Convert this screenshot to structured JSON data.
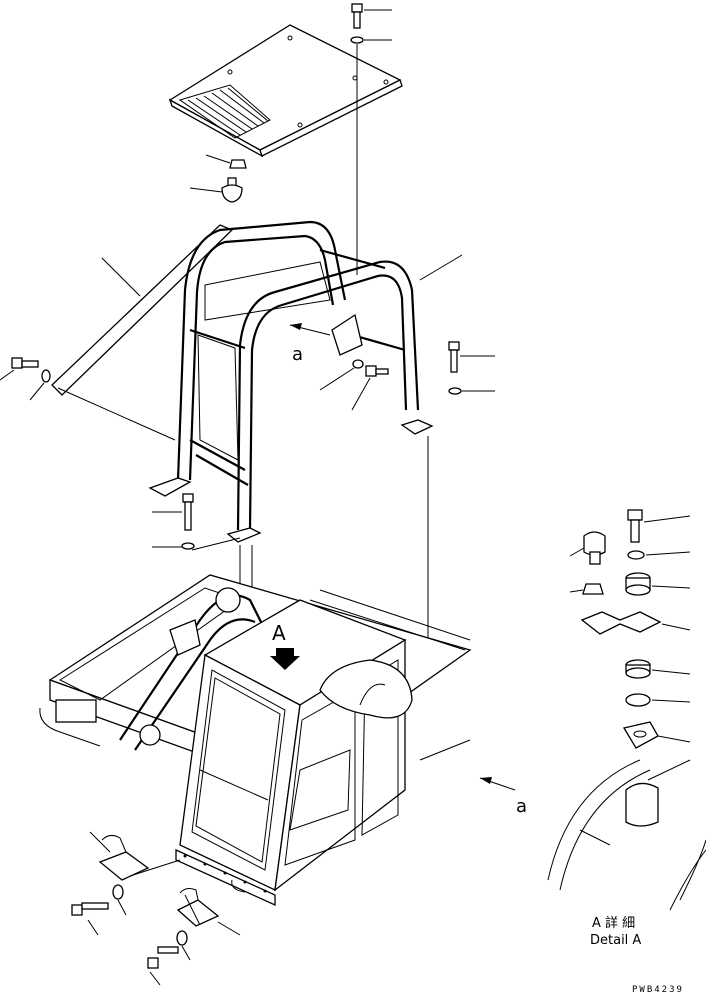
{
  "labels": {
    "section_a_main": "A",
    "view_a_left": "a",
    "view_a_right": "a",
    "detail_kanji": "A 詳 細",
    "detail_caption": "Detail A",
    "drawing_code": "PWB4239"
  },
  "colors": {
    "line": "#000000",
    "background": "#ffffff"
  },
  "icons": {
    "view_arrow": "arrow-down-icon"
  }
}
